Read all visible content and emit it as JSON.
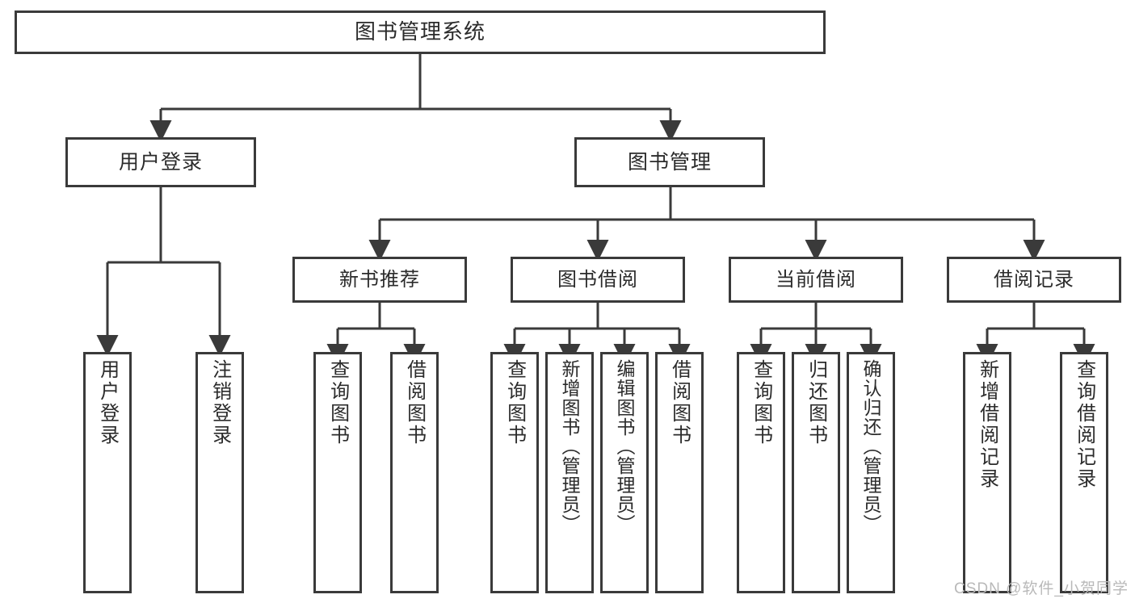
{
  "diagram": {
    "title": "图书管理系统",
    "type": "functional-structure-tree",
    "colors": {
      "box_border": "#3a3a3a",
      "box_fill": "#ffffff",
      "connector": "#3a3a3a",
      "text": "#2b2b2b",
      "watermark": "#b9b9b9",
      "background": "#ffffff"
    },
    "root": {
      "label": "图书管理系统"
    },
    "level2": [
      {
        "label": "用户登录"
      },
      {
        "label": "图书管理"
      }
    ],
    "level3": [
      {
        "label": "新书推荐"
      },
      {
        "label": "图书借阅"
      },
      {
        "label": "当前借阅"
      },
      {
        "label": "借阅记录"
      }
    ],
    "leaves": {
      "user_login": [
        {
          "label": "用户登录"
        },
        {
          "label": "注销登录"
        }
      ],
      "new_book_recommend": [
        {
          "label": "查询图书"
        },
        {
          "label": "借阅图书"
        }
      ],
      "book_borrow": [
        {
          "label": "查询图书"
        },
        {
          "label": "新增图书（管理员）"
        },
        {
          "label": "编辑图书（管理员）"
        },
        {
          "label": "借阅图书"
        }
      ],
      "current_borrow": [
        {
          "label": "查询图书"
        },
        {
          "label": "归还图书"
        },
        {
          "label": "确认归还（管理员）"
        }
      ],
      "borrow_record": [
        {
          "label": "新增借阅记录"
        },
        {
          "label": "查询借阅记录"
        }
      ]
    },
    "watermark": "CSDN @软件_小贺同学"
  }
}
